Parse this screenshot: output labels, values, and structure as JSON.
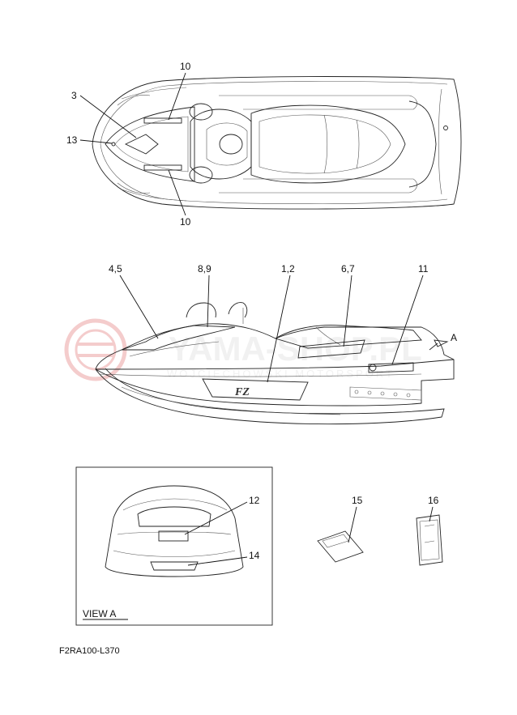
{
  "diagram": {
    "callouts": {
      "top_10a": "10",
      "top_3": "3",
      "top_13": "13",
      "top_10b": "10",
      "side_45": "4,5",
      "side_89": "8,9",
      "side_12": "1,2",
      "side_67": "6,7",
      "side_11": "11",
      "side_A": "A",
      "view_12": "12",
      "view_14": "14",
      "part_15": "15",
      "part_16": "16"
    },
    "view_label": "VIEW A",
    "drawing_code": "F2RA100-L370",
    "watermark": {
      "brand": "YAMA-SHOP.PL",
      "tagline": "WOJCIECHOWSKI MOTORSPORT"
    }
  }
}
